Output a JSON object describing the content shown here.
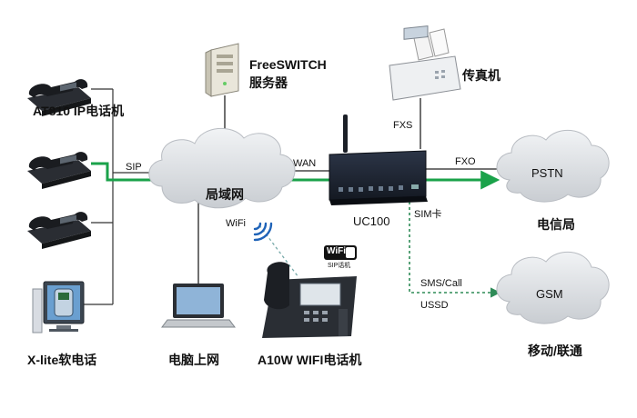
{
  "devices": {
    "ip_phone": "AT810  IP电话机",
    "xlite": "X-lite软电话",
    "computer": "电脑上网",
    "wifi_phone": "A10W  WIFI电话机",
    "server_line1": "FreeSWITCH",
    "server_line2": "服务器",
    "fax": "传真机",
    "gateway": "UC100",
    "pstn_provider": "电信局",
    "gsm_provider": "移动/联通"
  },
  "clouds": {
    "lan": "局域网",
    "pstn": "PSTN",
    "gsm": "GSM"
  },
  "links": {
    "sip": "SIP",
    "wan": "WAN",
    "fxs": "FXS",
    "fxo": "FXO",
    "sim": "SIM卡",
    "wifi": "WiFi",
    "sms_call": "SMS/Call",
    "ussd": "USSD"
  },
  "badges": {
    "wifi_logo": "WiFi",
    "wifi_sub": "SIP话机"
  },
  "colors": {
    "green_line": "#1aa24a",
    "cloud": "#dcdfe3",
    "gateway": "#1c2230",
    "dashed": "#2e8b57"
  }
}
